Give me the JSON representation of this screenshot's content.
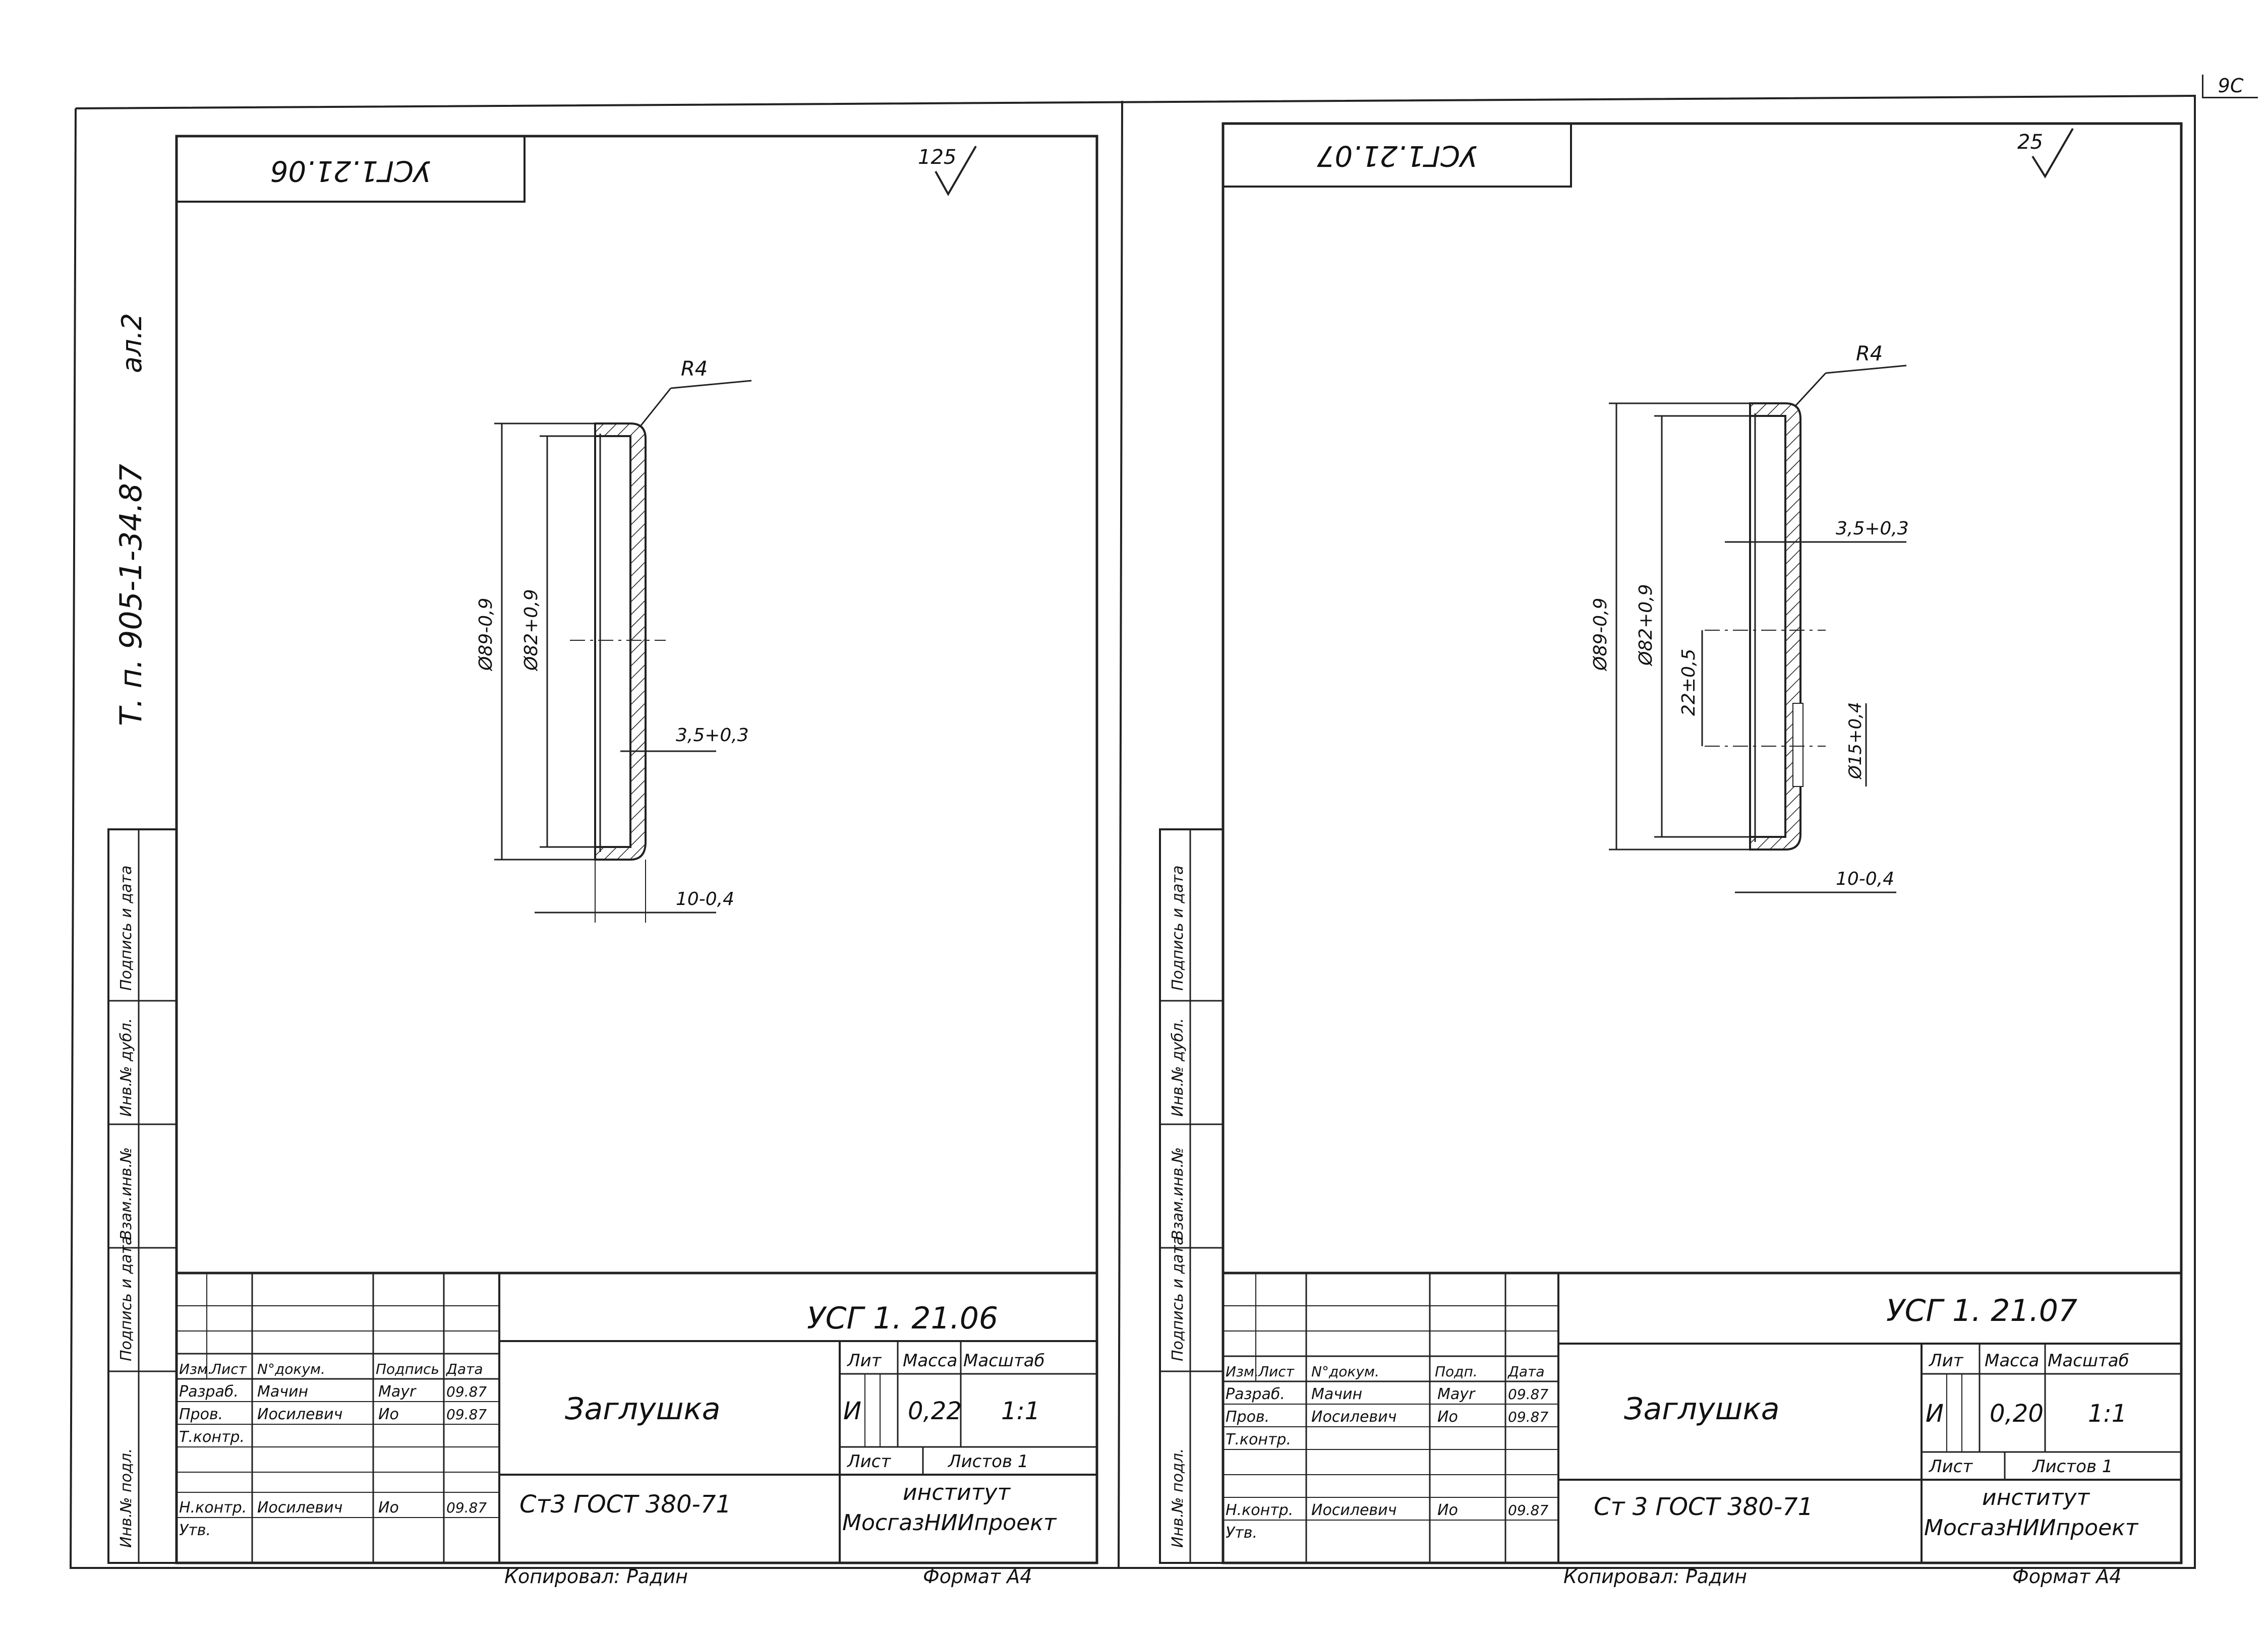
{
  "page": {
    "sheet_number": "9С",
    "project_ref": "Т. п. 905-1-34.87",
    "album": "ал.2"
  },
  "margin_column": {
    "labels": [
      "Инв.№ подл.",
      "Подпись и дата",
      "Взам.инв.№",
      "Инв.№ дубл.",
      "Подпись и дата"
    ]
  },
  "sheets": [
    {
      "mirrored_code": "УСГ1.21.06",
      "roughness": "125",
      "dims": {
        "radius": "R4",
        "outer": "Ø89-0,9",
        "inner": "Ø82+0,9",
        "wall": "3,5+0,3",
        "width": "10-0,4",
        "hole": "",
        "hole_offset": ""
      },
      "title": {
        "designation": "УСГ 1. 21.06",
        "name": "Заглушка",
        "material": "Ст3 ГОСТ 380-71",
        "header": [
          "Изм.",
          "Лист",
          "N°докум.",
          "Подпись",
          "Дата"
        ],
        "roles": [
          "Разраб.",
          "Пров.",
          "Т.контр.",
          "",
          "Н.контр.",
          "Утв."
        ],
        "names": [
          "Мачин",
          "Иосилевич",
          "",
          "",
          "Иосилевич",
          ""
        ],
        "signatures": [
          "Mayr",
          "Ио",
          "",
          "",
          "Ио",
          ""
        ],
        "dates": [
          "09.87",
          "09.87",
          "",
          "",
          "09.87",
          ""
        ],
        "lit_label": "Лит",
        "mass_label": "Масса",
        "scale_label": "Масштаб",
        "lit": "И",
        "mass": "0,22",
        "scale": "1:1",
        "sheet_label": "Лист",
        "sheets_label": "Листов 1",
        "org_line1": "институт",
        "org_line2": "МосгазНИИпроект"
      },
      "copied": "Копировал: Радин",
      "format": "Формат А4"
    },
    {
      "mirrored_code": "УСГ1.21.07",
      "roughness": "25",
      "dims": {
        "radius": "R4",
        "outer": "Ø89-0,9",
        "inner": "Ø82+0,9",
        "wall": "3,5+0,3",
        "width": "10-0,4",
        "hole": "Ø15+0,4",
        "hole_offset": "22±0,5"
      },
      "title": {
        "designation": "УСГ 1. 21.07",
        "name": "Заглушка",
        "material": "Ст 3 ГОСТ 380-71",
        "header": [
          "Изм.",
          "Лист",
          "N°докум.",
          "Подп.",
          "Дата"
        ],
        "roles": [
          "Разраб.",
          "Пров.",
          "Т.контр.",
          "",
          "Н.контр.",
          "Утв."
        ],
        "names": [
          "Мачин",
          "Иосилевич",
          "",
          "",
          "Иосилевич",
          ""
        ],
        "signatures": [
          "Mayr",
          "Ио",
          "",
          "",
          "Ио",
          ""
        ],
        "dates": [
          "09.87",
          "09.87",
          "",
          "",
          "09.87",
          ""
        ],
        "lit_label": "Лит",
        "mass_label": "Масса",
        "scale_label": "Масштаб",
        "lit": "И",
        "mass": "0,20",
        "scale": "1:1",
        "sheet_label": "Лист",
        "sheets_label": "Листов 1",
        "org_line1": "институт",
        "org_line2": "МосгазНИИпроект"
      },
      "copied": "Копировал: Радин",
      "format": "Формат А4"
    }
  ]
}
